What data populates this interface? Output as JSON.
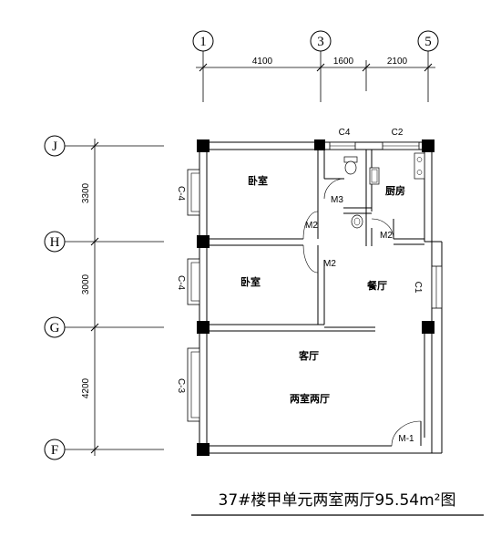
{
  "axes_top": {
    "a1": "1",
    "a3": "3",
    "a5": "5"
  },
  "axes_left": {
    "J": "J",
    "H": "H",
    "G": "G",
    "F": "F"
  },
  "dims_top": {
    "d1": "4100",
    "d2": "1600",
    "d3": "2100"
  },
  "dims_left": {
    "d1": "3300",
    "d2": "3000",
    "d3": "4200"
  },
  "windows": {
    "c4_top": "C4",
    "c2_top": "C2",
    "c4_left_1": "C-4",
    "c4_left_2": "C-4",
    "c3_left": "C-3",
    "c1_right": "C1"
  },
  "doors": {
    "m3": "M3",
    "m2_a": "M2",
    "m2_b": "M2",
    "m2_c": "M2",
    "m1": "M-1"
  },
  "rooms": {
    "bedroom_1": "卧室",
    "bedroom_2": "卧室",
    "kitchen": "厨房",
    "dining": "餐厅",
    "living": "客厅",
    "layout_type": "两室两厅"
  },
  "caption": "37#楼甲单元两室两厅95.54m²图"
}
